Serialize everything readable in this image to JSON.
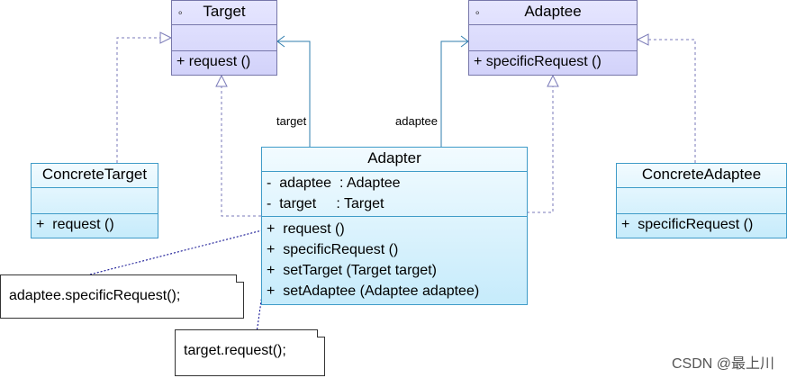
{
  "classes": {
    "target": {
      "name": "Target",
      "attributes": [],
      "operations": [
        "+ request ()"
      ]
    },
    "adaptee": {
      "name": "Adaptee",
      "attributes": [],
      "operations": [
        "+ specificRequest ()"
      ]
    },
    "adapter": {
      "name": "Adapter",
      "attributes": [
        "-  adaptee  : Adaptee",
        "-  target     : Target"
      ],
      "operations": [
        "+  request ()",
        "+  specificRequest ()",
        "+  setTarget (Target target)",
        "+  setAdaptee (Adaptee adaptee)"
      ]
    },
    "concrete_target": {
      "name": "ConcreteTarget",
      "attributes": [],
      "operations": [
        "+  request ()"
      ]
    },
    "concrete_adaptee": {
      "name": "ConcreteAdaptee",
      "attributes": [],
      "operations": [
        "+  specificRequest ()"
      ]
    }
  },
  "edge_labels": {
    "target": "target",
    "adaptee": "adaptee"
  },
  "notes": {
    "adaptee_call": "adaptee.specificRequest();",
    "target_call": "target.request();"
  },
  "watermark": "CSDN @最上川",
  "colors": {
    "interface_fill": "#d8d8fb",
    "class_fill": "#d2effb",
    "edge": "#2f7dae",
    "realization": "#6f6fb0"
  }
}
